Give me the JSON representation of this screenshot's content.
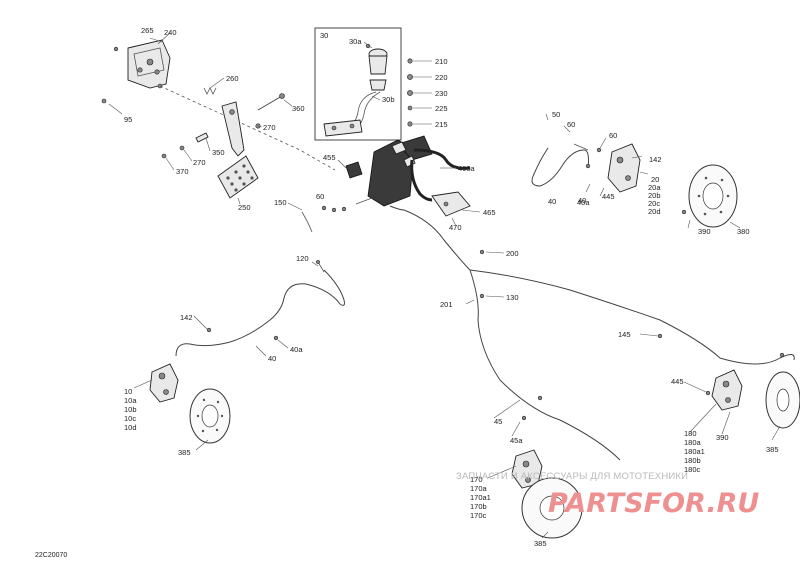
{
  "diagram": {
    "code": "22C20070",
    "labels": {
      "l265": "265",
      "l240": "240",
      "l95": "95",
      "l260": "260",
      "l360": "360",
      "l270a": "270",
      "l350": "350",
      "l270b": "270",
      "l370": "370",
      "l250": "250",
      "l30": "30",
      "l30a": "30a",
      "l30b": "30b",
      "l210": "210",
      "l220": "220",
      "l230": "230",
      "l225": "225",
      "l215": "215",
      "l455": "455",
      "l460a": "460a",
      "l465": "465",
      "l470": "470",
      "l150": "150",
      "l60a": "60",
      "l50": "50",
      "l60b": "60",
      "l60c": "60",
      "l142a": "142",
      "l40a": "40",
      "l40ab": "40a",
      "l445a": "445",
      "l20": "20",
      "l20a": "20a",
      "l20b": "20b",
      "l20c": "20c",
      "l20d": "20d",
      "l390a": "390",
      "l380": "380",
      "l200": "200",
      "l201": "201",
      "l130": "130",
      "l145": "145",
      "l120": "120",
      "l142b": "142",
      "l40b": "40a",
      "l40c": "40",
      "l10": "10",
      "l10a": "10a",
      "l10b": "10b",
      "l10c": "10c",
      "l10d": "10d",
      "l385a": "385",
      "l45": "45",
      "l45a": "45a",
      "l170": "170",
      "l170a": "170a",
      "l170a1": "170a1",
      "l170b": "170b",
      "l170c": "170c",
      "l385b": "385",
      "l445b": "445",
      "l180": "180",
      "l180a": "180a",
      "l180a1": "180a1",
      "l180b": "180b",
      "l180c": "180c",
      "l390b": "390",
      "l385c": "385"
    }
  },
  "watermark": {
    "tagline": "ЗАПЧАСТИ И АКСЕССУАРЫ ДЛЯ МОТОТЕХНИКИ",
    "logo": "PARTSFOR.RU"
  }
}
